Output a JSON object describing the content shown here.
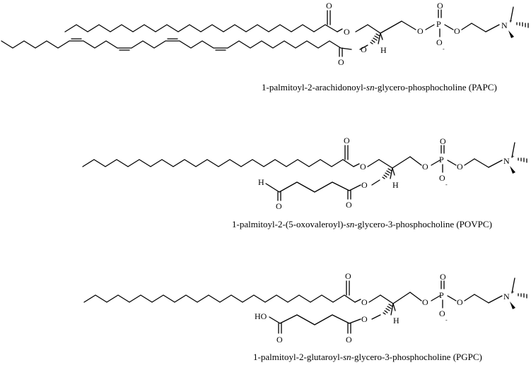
{
  "molecules": [
    {
      "caption_parts": [
        "1-palmitoyl-2-arachidonoyl-",
        "sn",
        "-glycero-phosphocholine (PAPC)"
      ],
      "atoms": {
        "o_ester1_carbonyl": "O",
        "o_ester1_link": "O",
        "o_ester2_carbonyl": "O",
        "o_ester2_link": "O",
        "h_stereo": "H",
        "o_phos_link1": "O",
        "p": "P",
        "o_phos_double": "O",
        "o_phos_minus": "O",
        "o_phos_minus_charge": "-",
        "o_phos_link2": "O",
        "n": "N",
        "n_charge": "+"
      }
    },
    {
      "caption_parts": [
        "1-palmitoyl-2-(5-oxovaleroyl)-",
        "sn",
        "-glycero-3-phosphocholine (POVPC)"
      ],
      "atoms": {
        "o_ester1_carbonyl": "O",
        "o_ester1_link": "O",
        "o_ester2_carbonyl": "O",
        "o_ester2_link": "O",
        "h_stereo": "H",
        "o_phos_link1": "O",
        "p": "P",
        "o_phos_double": "O",
        "o_phos_minus": "O",
        "o_phos_minus_charge": "-",
        "o_phos_link2": "O",
        "n": "N",
        "n_charge": "+",
        "aldehyde_h": "H",
        "aldehyde_o": "O"
      }
    },
    {
      "caption_parts": [
        "1-palmitoyl-2-glutaroyl-",
        "sn",
        "-glycero-3-phosphocholine (PGPC)"
      ],
      "atoms": {
        "o_ester1_carbonyl": "O",
        "o_ester1_link": "O",
        "o_ester2_carbonyl": "O",
        "o_ester2_link": "O",
        "h_stereo": "H",
        "o_phos_link1": "O",
        "p": "P",
        "o_phos_double": "O",
        "o_phos_minus": "O",
        "o_phos_minus_charge": "-",
        "o_phos_link2": "O",
        "n": "N",
        "n_charge": "+",
        "acid_ho": "HO",
        "acid_o": "O"
      }
    }
  ]
}
